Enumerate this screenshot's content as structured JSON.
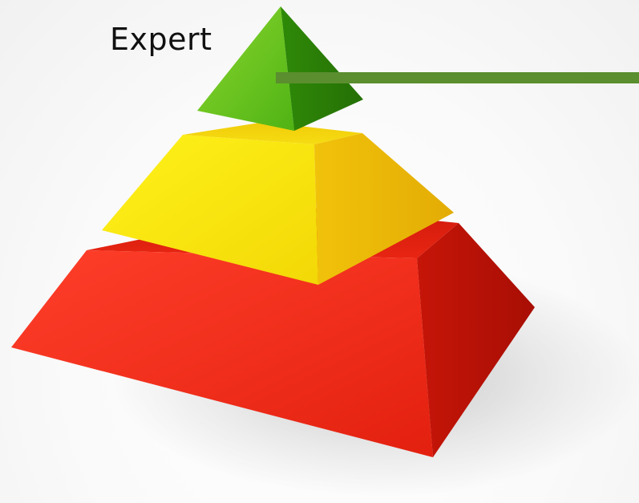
{
  "diagram": {
    "tiers": [
      {
        "id": "top",
        "label": "Expert",
        "color": "#5cc21a"
      },
      {
        "id": "middle",
        "label": "",
        "color": "#f6e40a"
      },
      {
        "id": "bottom",
        "label": "",
        "color": "#ee2a14"
      }
    ],
    "leader_color": "#5b8e2e"
  }
}
